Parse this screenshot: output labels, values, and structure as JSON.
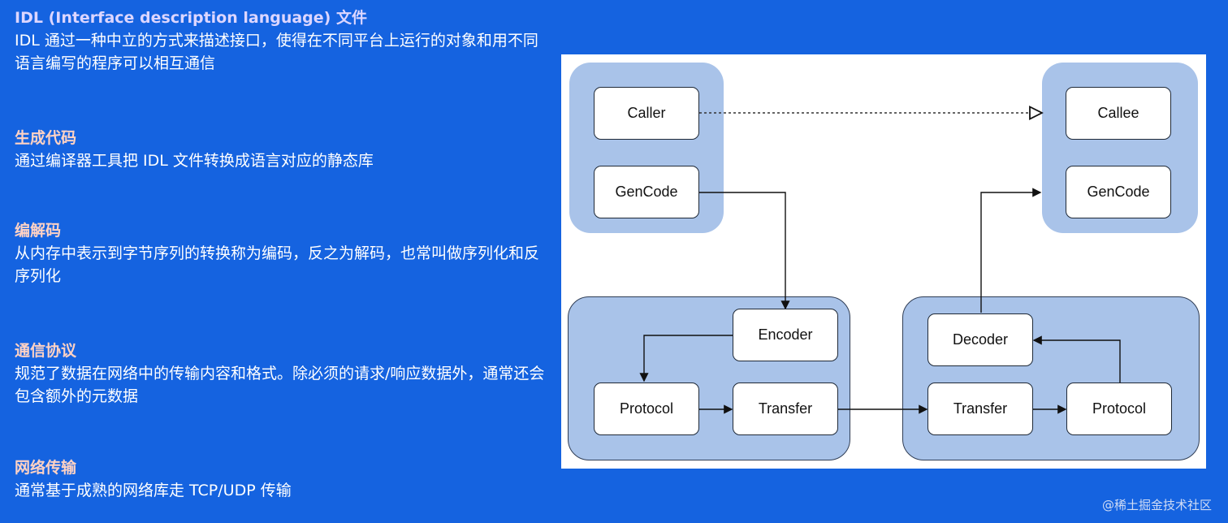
{
  "sections": [
    {
      "title": "IDL (Interface description language) 文件",
      "body": "IDL 通过一种中立的方式来描述接口，使得在不同平台上运行的对象和用不同语言编写的程序可以相互通信",
      "title_color": "#dcd6ff"
    },
    {
      "title": "生成代码",
      "body": "通过编译器工具把 IDL 文件转换成语言对应的静态库",
      "title_color": "#ffd2c4"
    },
    {
      "title": "编解码",
      "body": "从内存中表示到字节序列的转换称为编码，反之为解码，也常叫做序列化和反序列化",
      "title_color": "#ffd2c4"
    },
    {
      "title": "通信协议",
      "body": "规范了数据在网络中的传输内容和格式。除必须的请求/响应数据外，通常还会包含额外的元数据",
      "title_color": "#ffd2c4"
    },
    {
      "title": "网络传输",
      "body": "通常基于成熟的网络库走 TCP/UDP 传输",
      "title_color": "#ffd2c4"
    }
  ],
  "diagram": {
    "nodes": {
      "caller": "Caller",
      "gencode_left": "GenCode",
      "callee": "Callee",
      "gencode_right": "GenCode",
      "encoder": "Encoder",
      "protocol_left": "Protocol",
      "transfer_left": "Transfer",
      "decoder": "Decoder",
      "transfer_right": "Transfer",
      "protocol_right": "Protocol"
    },
    "colors": {
      "group_fill": "#a9c3e9",
      "background": "#1563e0"
    }
  },
  "watermark": "@稀土掘金技术社区"
}
